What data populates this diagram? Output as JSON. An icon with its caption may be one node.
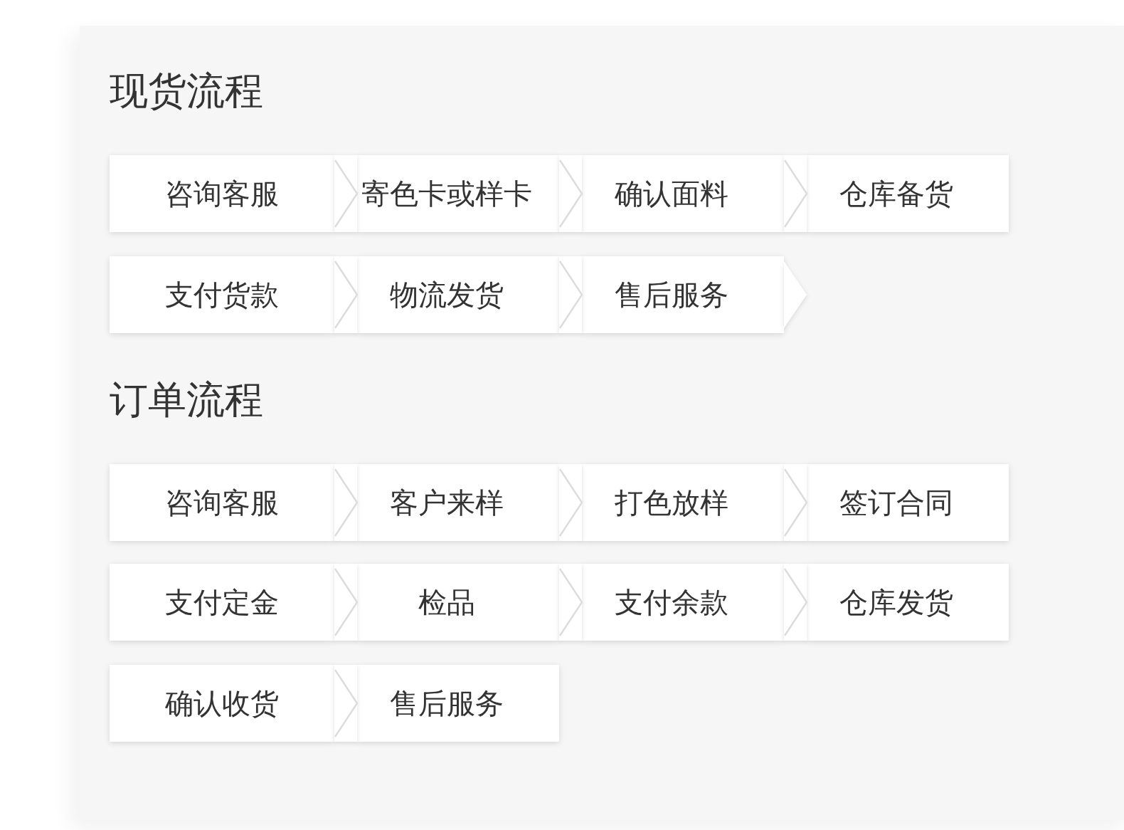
{
  "diagram": {
    "nodes": [
      {
        "text": [
          "咨询客服"
        ]
      },
      {
        "text": [
          "寄色卡或样卡"
        ]
      },
      {
        "text": [
          "确认面料"
        ]
      },
      {
        "text": [
          "仓库备货"
        ]
      },
      {
        "text": [
          "支付货款"
        ]
      },
      {
        "text": [
          "物流发货"
        ]
      },
      {
        "text": [
          "售后服务"
        ]
      },
      {
        "text": [
          "咨询客服"
        ]
      },
      {
        "text": [
          "客户来样"
        ]
      },
      {
        "text": [
          "打色放样"
        ]
      },
      {
        "text": [
          "签订合同"
        ]
      },
      {
        "text": [
          "支付定金"
        ]
      },
      {
        "text": [
          "检品"
        ]
      },
      {
        "text": [
          "支付余款"
        ]
      },
      {
        "text": [
          "仓库发货"
        ]
      },
      {
        "text": [
          "确认收货"
        ]
      },
      {
        "text": [
          "售后服务"
        ]
      }
    ],
    "edges": [
      {
        "from": 0,
        "to": 1,
        "arrow": "to"
      },
      {
        "from": 1,
        "to": 2,
        "arrow": "to"
      },
      {
        "from": 2,
        "to": 3,
        "arrow": "to"
      },
      {
        "from": 4,
        "to": 5,
        "arrow": "to"
      },
      {
        "from": 5,
        "to": 6,
        "arrow": "to"
      },
      {
        "from": 6,
        "to": null,
        "arrow": "to"
      },
      {
        "from": 7,
        "to": 8,
        "arrow": "to"
      },
      {
        "from": 8,
        "to": 9,
        "arrow": "to"
      },
      {
        "from": 9,
        "to": 10,
        "arrow": "to"
      },
      {
        "from": 11,
        "to": 12,
        "arrow": "to"
      },
      {
        "from": 12,
        "to": 13,
        "arrow": "to"
      },
      {
        "from": 13,
        "to": 14,
        "arrow": "to"
      },
      {
        "from": 15,
        "to": 16,
        "arrow": "to"
      }
    ],
    "labels": [
      "现货流程",
      "订单流程"
    ]
  }
}
